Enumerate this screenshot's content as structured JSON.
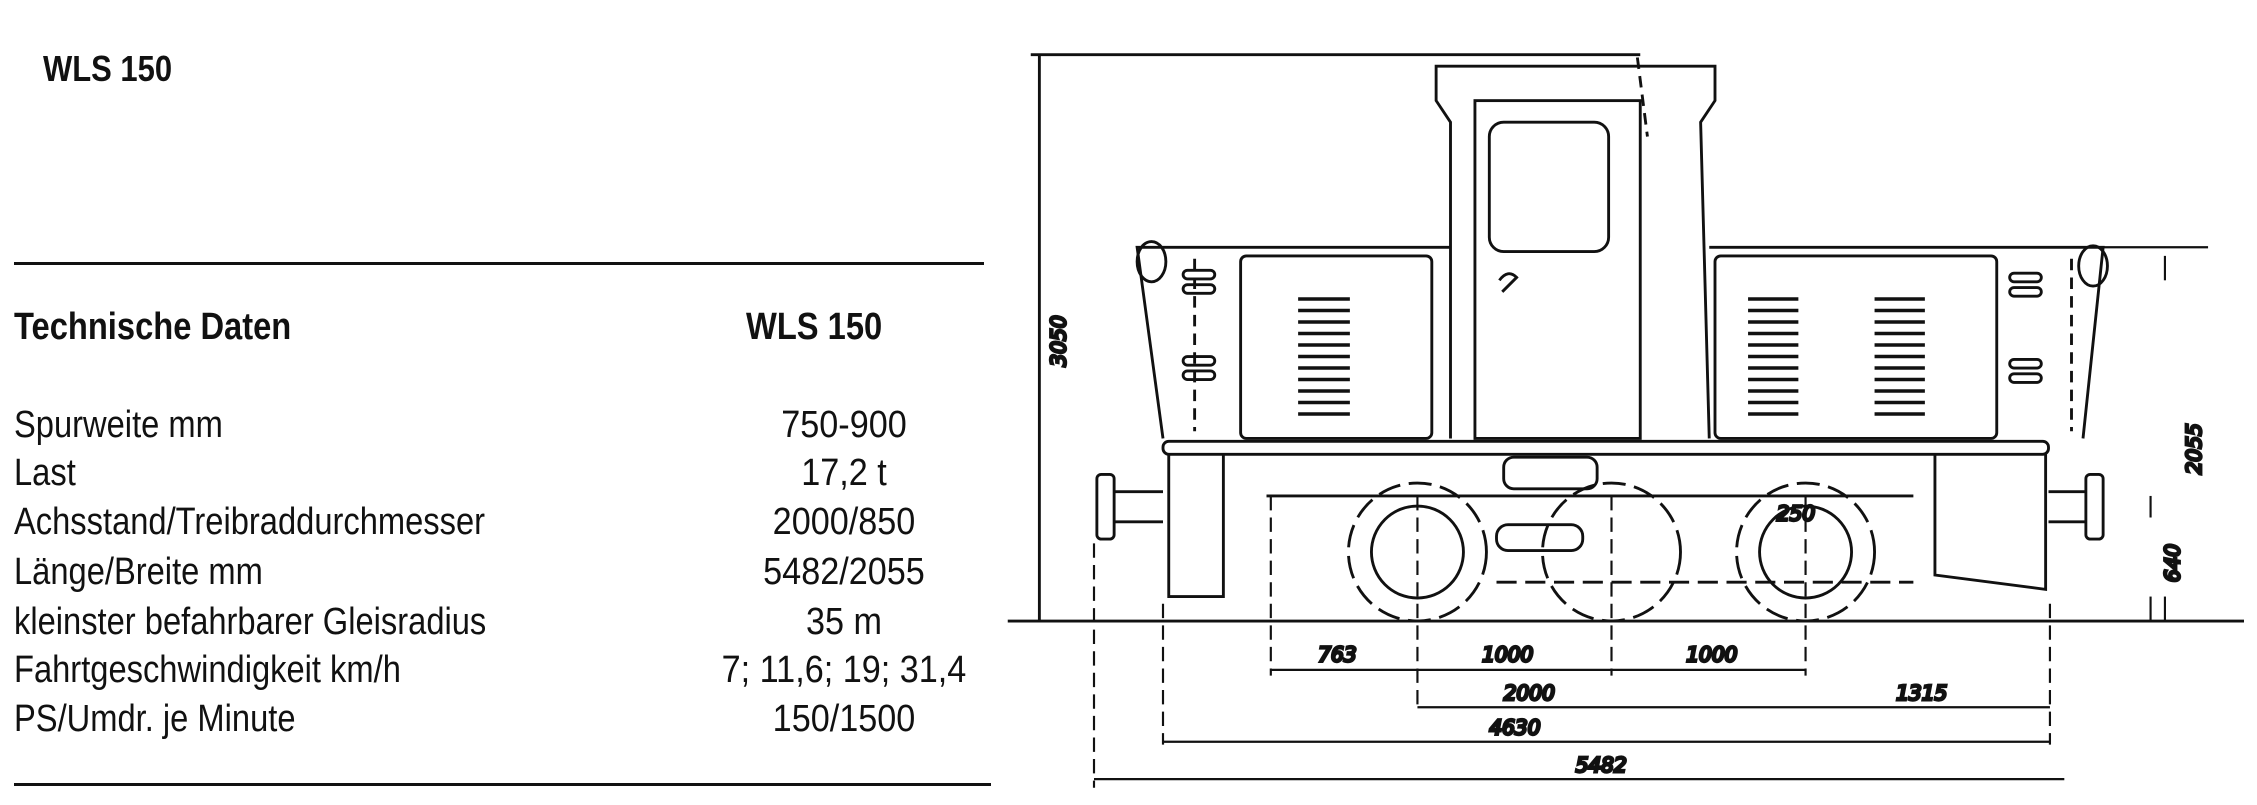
{
  "title": "WLS 150",
  "table": {
    "header_label": "Technische Daten",
    "header_value": "WLS 150",
    "rows": [
      {
        "label": "Spurweite mm",
        "value": "750-900"
      },
      {
        "label": "Last",
        "value": "17,2 t"
      },
      {
        "label": "Achsstand/Treibraddurchmesser",
        "value": "2000/850"
      },
      {
        "label": "Länge/Breite mm",
        "value": "5482/2055"
      },
      {
        "label": "kleinster befahrbarer Gleisradius",
        "value": "35 m"
      },
      {
        "label": "Fahrtgeschwindigkeit km/h",
        "value": "7; 11,6; 19; 31,4"
      },
      {
        "label": "PS/Umdr. je Minute",
        "value": "150/1500"
      }
    ]
  },
  "drawing": {
    "dimensions": {
      "height_total": "3050",
      "width": "2055",
      "buffer_height": "640",
      "wheel_radius": "250",
      "axle_a": "763",
      "axle_b": "1000",
      "axle_c": "1000",
      "wheelbase": "2000",
      "overhang": "1315",
      "frame_length": "4630",
      "length_over_buffers": "5482"
    }
  }
}
